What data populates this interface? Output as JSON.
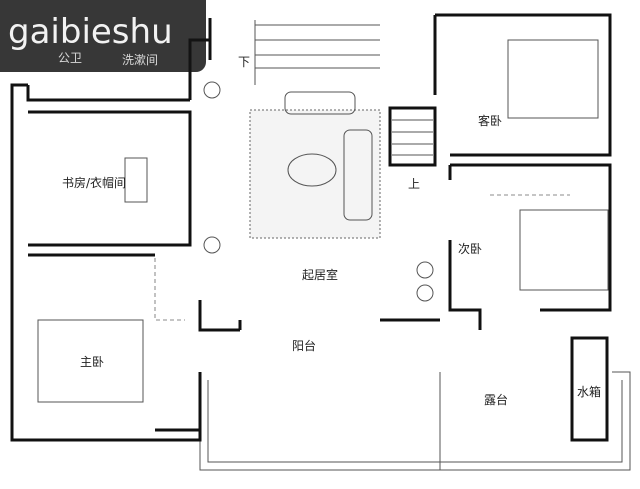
{
  "watermark": "gaibieshu",
  "rooms": {
    "public_bath": "公卫",
    "washroom": "洗漱间",
    "stairs_down": "下",
    "stairs_up": "上",
    "guest_bedroom": "客卧",
    "study_closet": "书房/衣帽间",
    "secondary_bedroom": "次卧",
    "living_room": "起居室",
    "master_bedroom": "主卧",
    "balcony": "阳台",
    "terrace": "露台",
    "water_tank": "水箱"
  }
}
